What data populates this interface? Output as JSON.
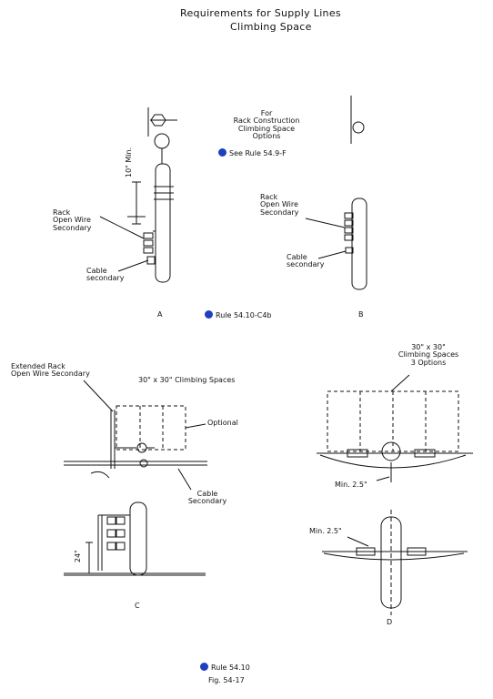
{
  "title": "Requirements for Supply Lines",
  "subtitle": "Climbing Space",
  "rack_note": [
    "For",
    "Rack Construction",
    "Climbing Space",
    "Options"
  ],
  "rack_rule": "See Rule 54.9-F",
  "dim_10": "10\" Min.",
  "label_rack_a": [
    "Rack",
    "Open Wire",
    "Secondary"
  ],
  "label_cable_a": [
    "Cable",
    "secondary"
  ],
  "label_rack_b": [
    "Rack",
    "Open Wire",
    "Secondary"
  ],
  "label_cable_b": [
    "Cable",
    "secondary"
  ],
  "letter_a": "A",
  "letter_b": "B",
  "rule_ab": "Rule 54.10-C4b",
  "extended_rack": [
    "Extended Rack",
    "Open Wire Secondary"
  ],
  "climb_c": "30\" x 30\" Climbing Spaces",
  "optional": "Optional",
  "cable_c": [
    "Cable",
    "Secondary"
  ],
  "dim_24": "24\"",
  "letter_c": "C",
  "climb_d": [
    "30\" x 30\"",
    "Climbing Spaces",
    "3 Options"
  ],
  "min_25_top": "Min. 2.5\"",
  "min_25_bottom": "Min. 2.5\"",
  "letter_d": "D",
  "rule_bottom": "Rule 54.10",
  "fig": "Fig. 54-17",
  "colors": {
    "rule_dot": "#1f3fbf",
    "ink": "#111111"
  }
}
